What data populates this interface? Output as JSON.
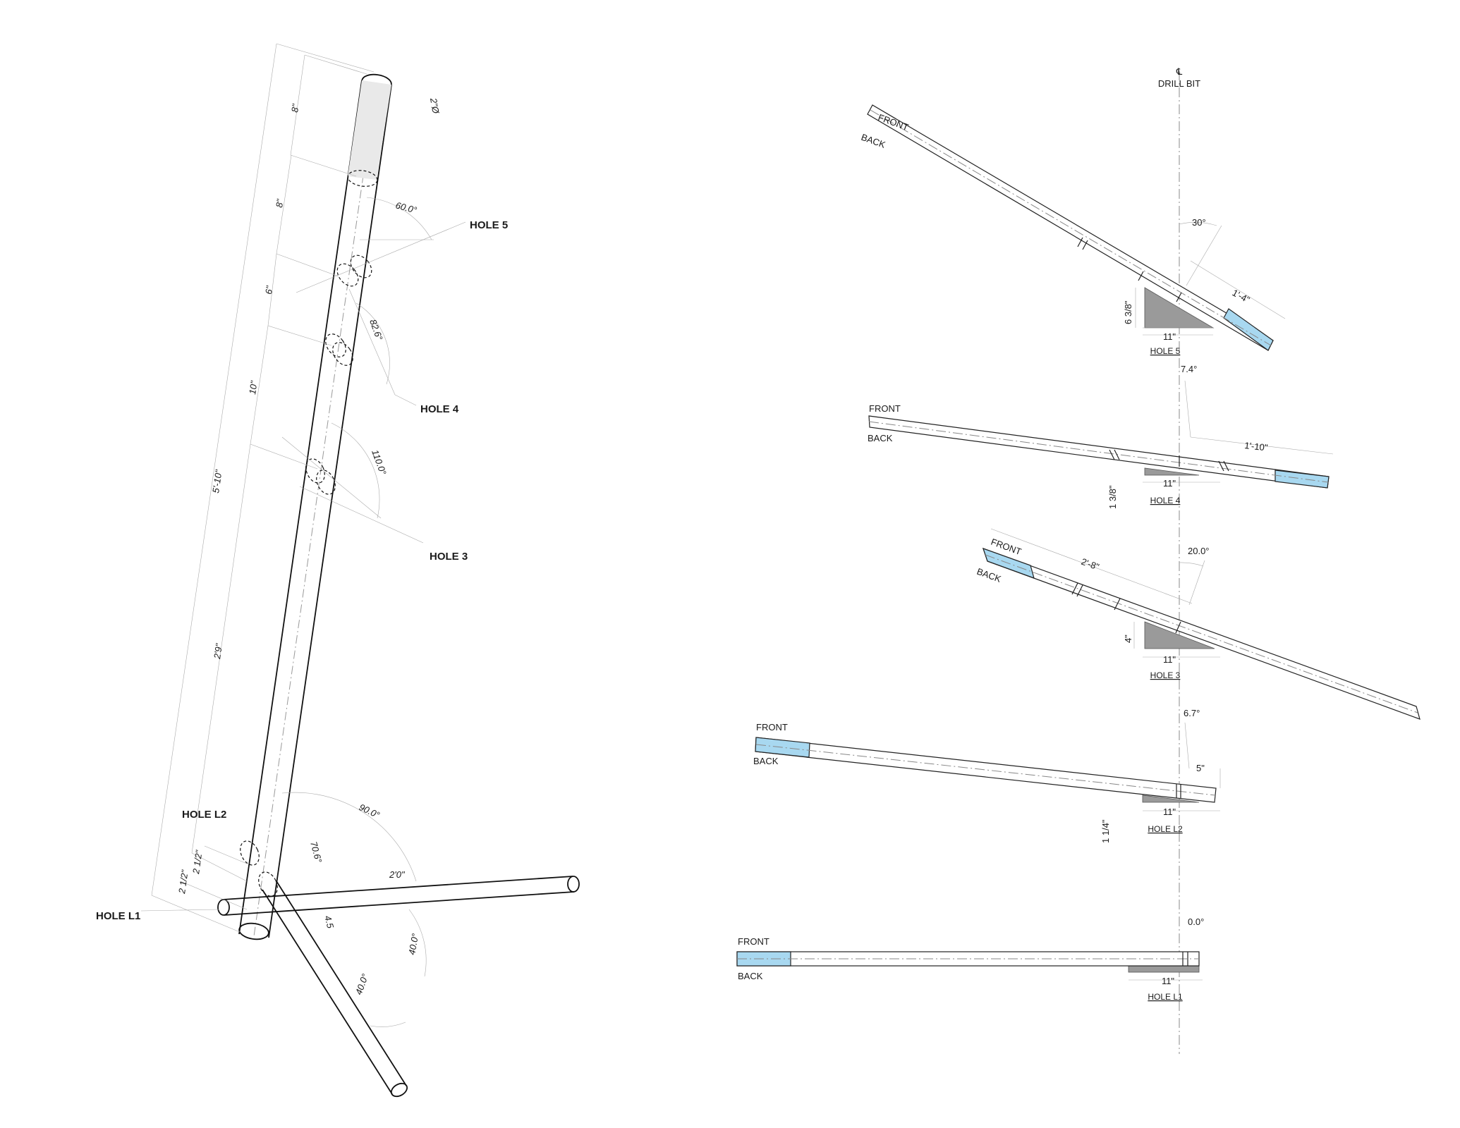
{
  "colors": {
    "highlight": "#a8d8f0",
    "wedge": "#9a9a9a",
    "line": "#222222"
  },
  "iso": {
    "labels": {
      "hole5": "HOLE 5",
      "hole4": "HOLE 4",
      "hole3": "HOLE 3",
      "holeL2": "HOLE L2",
      "holeL1": "HOLE L1"
    },
    "dims": {
      "diameter": "2\"Ø",
      "seg1": "8\"",
      "seg2": "8\"",
      "seg3": "6\"",
      "seg4": "10\"",
      "overall": "5'-10\"",
      "lower": "2'9\"",
      "l1a": "2 1/2\"",
      "l1b": "2 1/2\"",
      "crossbar": "2'0\"",
      "ang60": "60.0°",
      "ang826": "82.6°",
      "ang110": "110.0°",
      "ang90": "90.0°",
      "ang40a": "40.0°",
      "ang40b": "40.0°",
      "ang706": "70.6°",
      "small45": "4.5"
    }
  },
  "sections": {
    "cl_symbol": "℄",
    "cl_label": "DRILL BIT",
    "front": "FRONT",
    "back": "BACK",
    "hole5": {
      "title": "HOLE 5",
      "angle": "30°",
      "length": "1'-4\"",
      "height": "6 3/8\"",
      "width": "11\""
    },
    "hole4": {
      "title": "HOLE 4",
      "angle": "7.4°",
      "length": "1'-10\"",
      "height": "1 3/8\"",
      "width": "11\""
    },
    "hole3": {
      "title": "HOLE 3",
      "angle": "20.0°",
      "length": "2'-8\"",
      "height": "4\"",
      "width": "11\""
    },
    "holeL2": {
      "title": "HOLE L2",
      "angle": "6.7°",
      "length": "5\"",
      "height": "1 1/4\"",
      "width": "11\""
    },
    "holeL1": {
      "title": "HOLE L1",
      "angle": "0.0°",
      "width": "11\""
    }
  }
}
